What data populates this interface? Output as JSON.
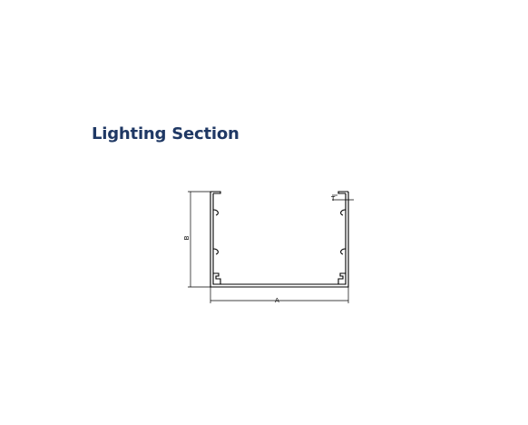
{
  "page": {
    "title": "Lighting Section",
    "title_color": "#1f3864"
  },
  "profile": {
    "stroke_color": "#000000",
    "dimensions": {
      "width_label": "A",
      "height_label": "B",
      "thickness_label": "T"
    }
  }
}
